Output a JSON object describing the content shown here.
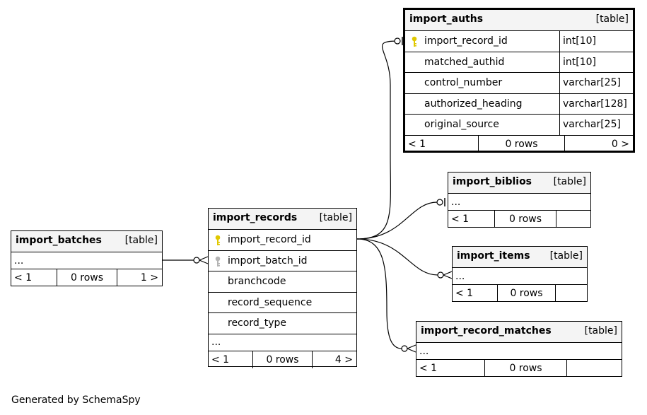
{
  "footer_credit": "Generated by SchemaSpy",
  "tables": {
    "import_auths": {
      "name": "import_auths",
      "kind": "[table]",
      "columns": [
        {
          "name": "import_record_id",
          "type": "int[10]"
        },
        {
          "name": "matched_authid",
          "type": "int[10]"
        },
        {
          "name": "control_number",
          "type": "varchar[25]"
        },
        {
          "name": "authorized_heading",
          "type": "varchar[128]"
        },
        {
          "name": "original_source",
          "type": "varchar[25]"
        }
      ],
      "footer": {
        "left": "< 1",
        "mid": "0 rows",
        "right": "0 >"
      }
    },
    "import_biblios": {
      "name": "import_biblios",
      "kind": "[table]",
      "ellipsis": "...",
      "footer": {
        "left": "< 1",
        "mid": "0 rows",
        "right": ""
      }
    },
    "import_items": {
      "name": "import_items",
      "kind": "[table]",
      "ellipsis": "...",
      "footer": {
        "left": "< 1",
        "mid": "0 rows",
        "right": ""
      }
    },
    "import_record_matches": {
      "name": "import_record_matches",
      "kind": "[table]",
      "ellipsis": "...",
      "footer": {
        "left": "< 1",
        "mid": "0 rows",
        "right": ""
      }
    },
    "import_batches": {
      "name": "import_batches",
      "kind": "[table]",
      "ellipsis": "...",
      "footer": {
        "left": "< 1",
        "mid": "0 rows",
        "right": "1 >"
      }
    },
    "import_records": {
      "name": "import_records",
      "kind": "[table]",
      "columns": [
        {
          "name": "import_record_id"
        },
        {
          "name": "import_batch_id"
        },
        {
          "name": "branchcode"
        },
        {
          "name": "record_sequence"
        },
        {
          "name": "record_type"
        }
      ],
      "ellipsis": "...",
      "footer": {
        "left": "< 1",
        "mid": "0 rows",
        "right": "4 >"
      }
    }
  },
  "colors": {
    "primary_key": "#e0c800",
    "foreign_key": "#b4b4b4",
    "header_bg": "#f4f4f4"
  }
}
